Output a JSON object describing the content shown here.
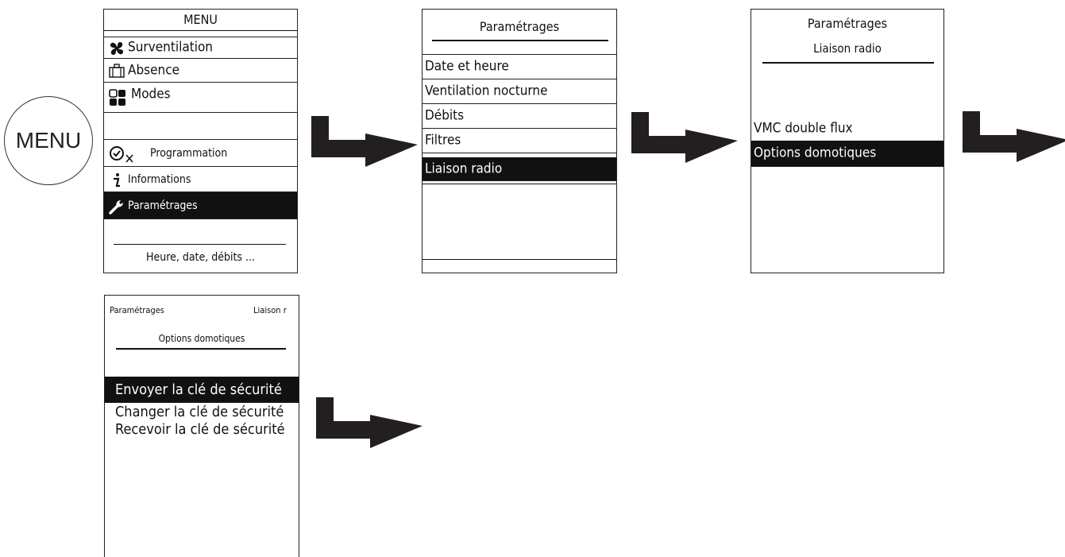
{
  "menu_button": {
    "label": "MENU"
  },
  "screen_menu": {
    "title": "MENU",
    "items": [
      {
        "label": "Surventilation",
        "icon": "fan-icon"
      },
      {
        "label": "Absence",
        "icon": "suitcase-icon"
      },
      {
        "label": "Modes",
        "icon": "modes-grid-icon"
      },
      {
        "label": ""
      },
      {
        "label": "Programmation",
        "icon": "clock-cross-icon"
      },
      {
        "label": "Informations",
        "icon": "info-icon"
      },
      {
        "label": "Paramétrages",
        "icon": "wrench-icon",
        "selected": true
      }
    ],
    "footer": "Heure, date, débits ..."
  },
  "screen_parametrages": {
    "title": "Paramétrages",
    "items": [
      "Date et heure",
      "Ventilation nocturne",
      "Débits",
      "Filtres",
      "Liaison radio"
    ],
    "selected": "Liaison radio"
  },
  "screen_liaison": {
    "title": "Paramétrages",
    "subtitle": "Liaison radio",
    "items": [
      "VMC double flux",
      "Options domotiques"
    ],
    "selected": "Options domotiques"
  },
  "screen_options": {
    "breadcrumb_left": "Paramétrages",
    "breadcrumb_right": "Liaison r",
    "subtitle": "Options domotiques",
    "items": [
      "Envoyer la clé de sécurité",
      "Changer la clé de sécurité",
      "Recevoir la clé de sécurité"
    ],
    "selected": "Envoyer la clé de sécurité"
  },
  "colors": {
    "ink": "#111111",
    "selected_bg": "#111111",
    "selected_text": "#ffffff"
  },
  "arrows": [
    "flow-arrow-icon",
    "flow-arrow-icon",
    "flow-arrow-icon",
    "flow-arrow-icon"
  ]
}
